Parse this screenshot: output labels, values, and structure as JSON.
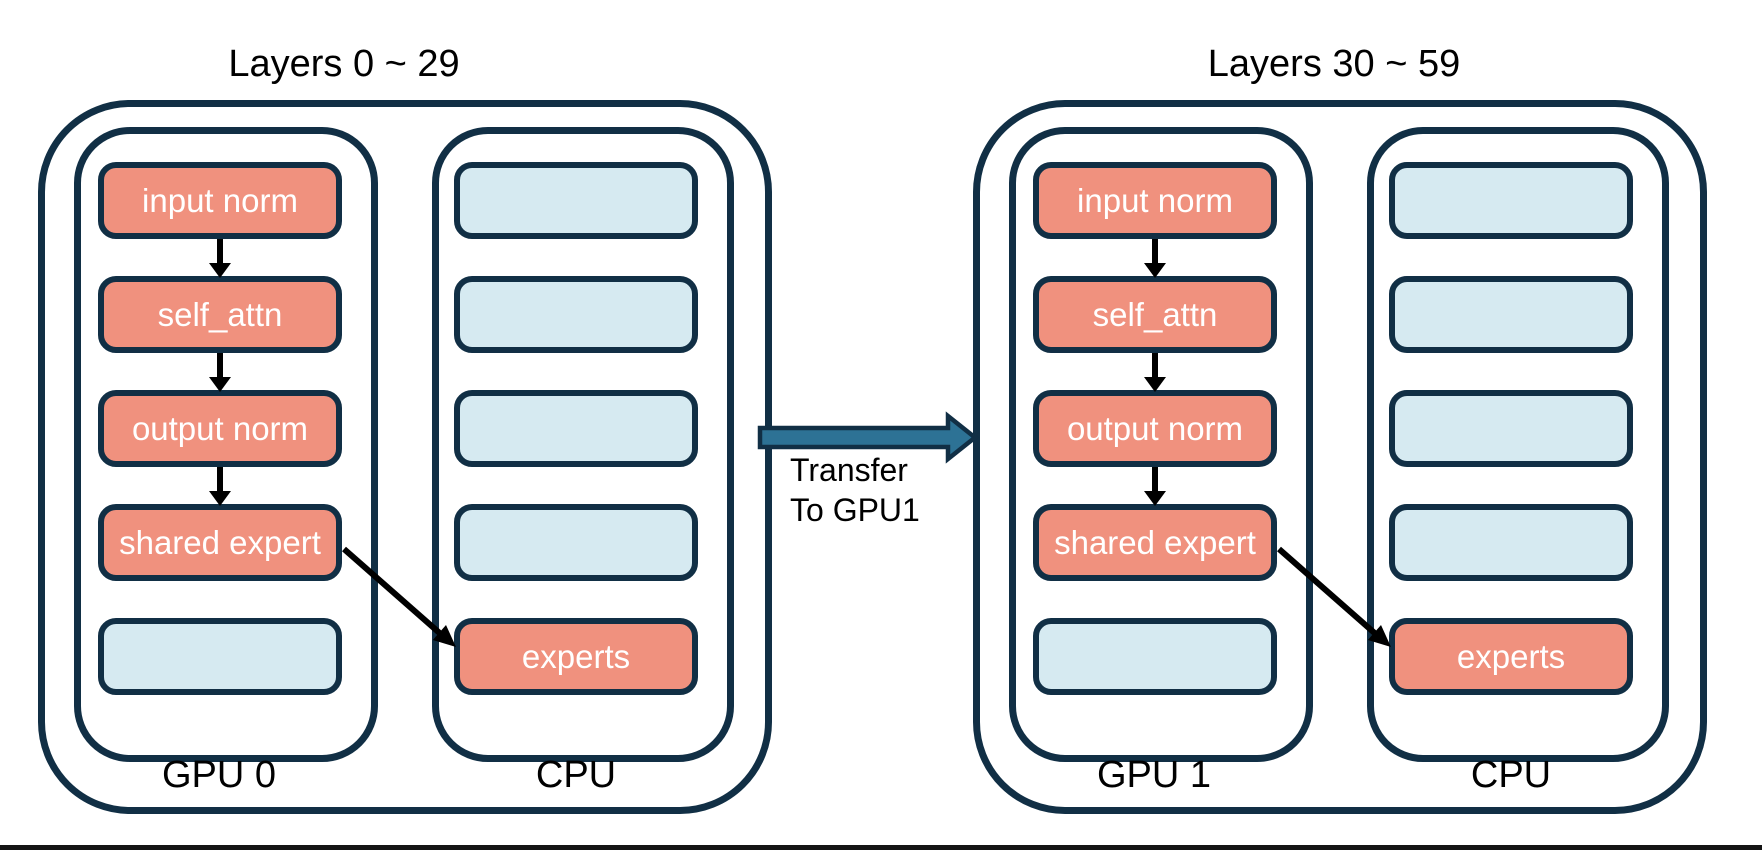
{
  "colors": {
    "outline": "#112F45",
    "active_fill": "#F0917E",
    "inactive_fill": "#D6EAF1",
    "transfer_fill": "#2D7295",
    "arrow_black": "#000000",
    "block_text": "#FFFFFF",
    "frame_line": "#141414"
  },
  "groups": [
    {
      "title": "Layers 0 ~ 29",
      "gpu": {
        "label": "GPU 0",
        "rows": [
          "input norm",
          "self_attn",
          "output norm",
          "shared expert",
          ""
        ]
      },
      "cpu": {
        "label": "CPU",
        "rows": [
          "",
          "",
          "",
          "",
          "experts"
        ]
      }
    },
    {
      "title": "Layers 30 ~ 59",
      "gpu": {
        "label": "GPU 1",
        "rows": [
          "input norm",
          "self_attn",
          "output norm",
          "shared expert",
          ""
        ]
      },
      "cpu": {
        "label": "CPU",
        "rows": [
          "",
          "",
          "",
          "",
          "experts"
        ]
      }
    }
  ],
  "transfer": {
    "line1": "Transfer",
    "line2": "To GPU1"
  }
}
